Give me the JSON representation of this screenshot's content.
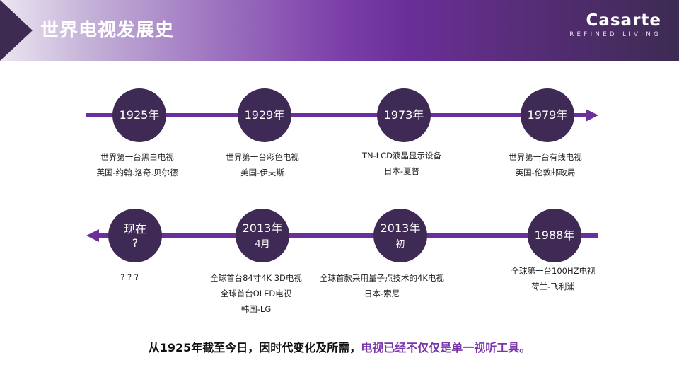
{
  "header": {
    "title": "世界电视发展史",
    "logo": {
      "name": "Casarte",
      "tagline": "REFINED  LIVING"
    }
  },
  "colors": {
    "accent": "#6a2f9a",
    "node": "#3f2a56",
    "highlight": "#7a35a8"
  },
  "timeline": {
    "row1": [
      {
        "year": "1925年",
        "sub": "",
        "lines": [
          "世界第一台黑白电视",
          "英国-约翰.洛奇.贝尔德"
        ]
      },
      {
        "year": "1929年",
        "sub": "",
        "lines": [
          "世界第一台彩色电视",
          "美国-伊夫斯"
        ]
      },
      {
        "year": "1973年",
        "sub": "",
        "lines": [
          "TN-LCD液晶显示设备",
          "日本-夏普"
        ]
      },
      {
        "year": "1979年",
        "sub": "",
        "lines": [
          "世界第一台有线电视",
          "英国-伦敦邮政局"
        ]
      }
    ],
    "row2": [
      {
        "year": "现在",
        "sub": "?",
        "lines": [
          "? ? ?"
        ]
      },
      {
        "year": "2013年",
        "sub": "4月",
        "lines": [
          "全球首台84寸4K 3D电视",
          "全球首台OLED电视",
          "韩国-LG"
        ]
      },
      {
        "year": "2013年",
        "sub": "初",
        "lines": [
          "全球首款采用量子点技术的4K电视",
          "日本-索尼"
        ]
      },
      {
        "year": "1988年",
        "sub": "",
        "lines": [
          "全球第一台100HZ电视",
          "荷兰-飞利浦"
        ]
      }
    ]
  },
  "summary": {
    "normal": "从1925年截至今日，因时代变化及所需，",
    "highlight": "电视已经不仅仅是单一视听工具。"
  }
}
